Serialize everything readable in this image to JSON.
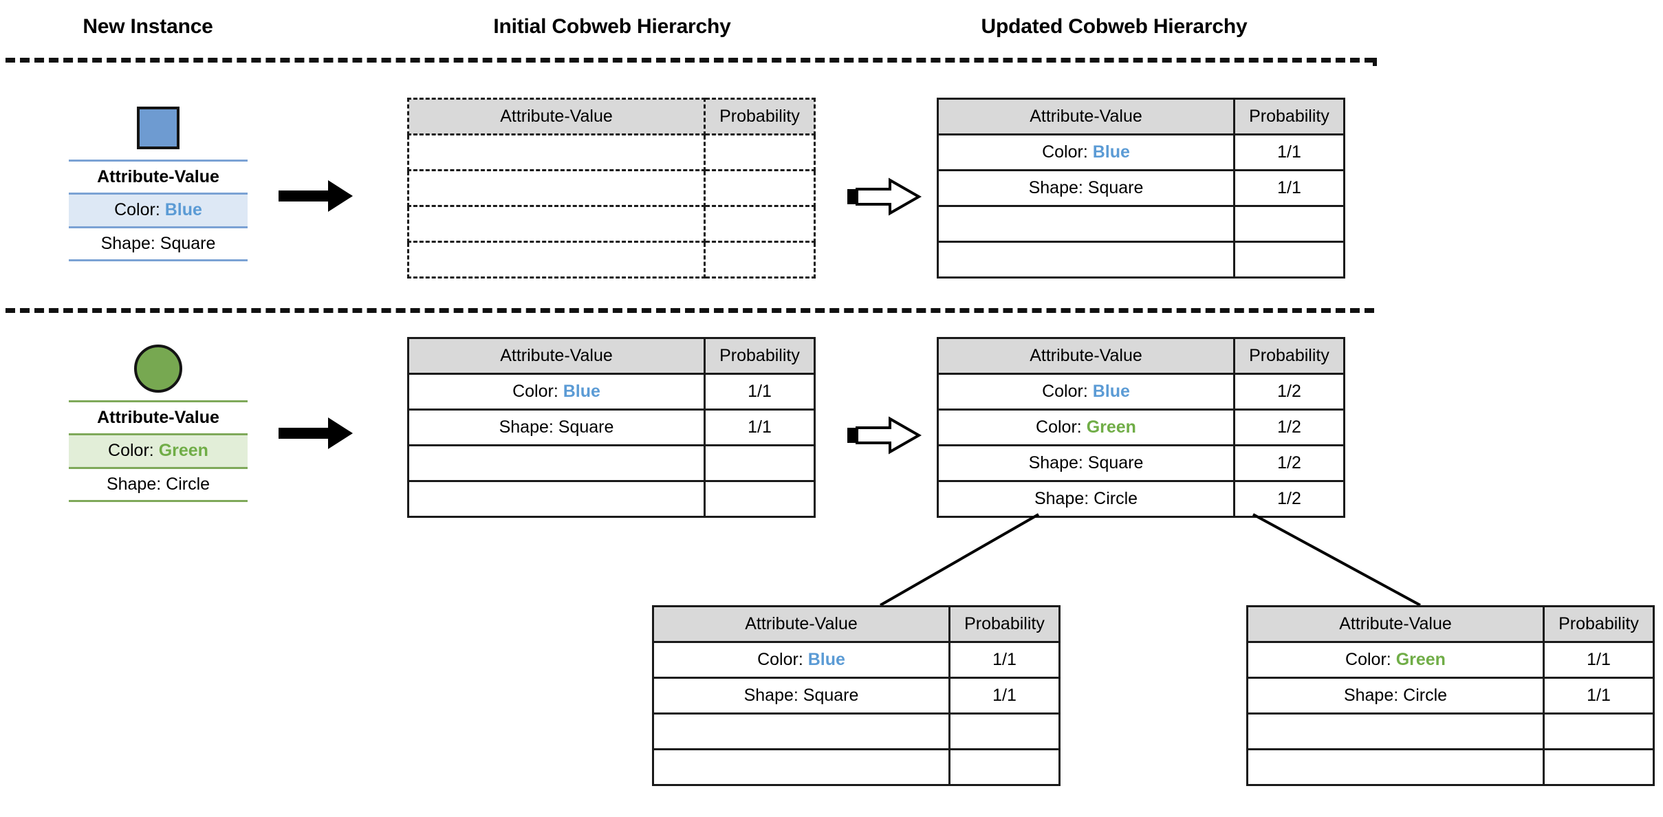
{
  "headers": {
    "new_instance": "New Instance",
    "initial_hierarchy": "Initial Cobweb Hierarchy",
    "updated_hierarchy": "Updated Cobweb Hierarchy"
  },
  "colors": {
    "blue_fill": "#6e9bd1",
    "green_fill": "#77a851",
    "blue_text": "#5b9bd5",
    "green_text": "#70ad47",
    "header_gray": "#d9d9d9",
    "blue_rule": "#7ba2d4",
    "green_rule": "#7fa95a",
    "blue_highlight": "#dde8f5",
    "green_highlight": "#e2eed8"
  },
  "table_headers": {
    "attribute_value": "Attribute-Value",
    "probability": "Probability"
  },
  "instances": [
    {
      "shape_icon": "blue-square-icon",
      "header": "Attribute-Value",
      "rows": [
        {
          "label": "Color: ",
          "value": "Blue",
          "value_color": "blue",
          "highlight": true
        },
        {
          "label": "Shape: Square",
          "value": "",
          "value_color": "none",
          "highlight": false
        }
      ]
    },
    {
      "shape_icon": "green-circle-icon",
      "header": "Attribute-Value",
      "rows": [
        {
          "label": "Color: ",
          "value": "Green",
          "value_color": "green",
          "highlight": true
        },
        {
          "label": "Shape: Circle",
          "value": "",
          "value_color": "none",
          "highlight": false
        }
      ]
    }
  ],
  "nodes": {
    "row1_initial": {
      "style": "dashed",
      "rows": [
        {
          "label": "",
          "value": "",
          "prob": ""
        },
        {
          "label": "",
          "value": "",
          "prob": ""
        },
        {
          "label": "",
          "value": "",
          "prob": ""
        },
        {
          "label": "",
          "value": "",
          "prob": ""
        }
      ]
    },
    "row1_updated": {
      "style": "solid",
      "rows": [
        {
          "label": "Color: ",
          "value": "Blue",
          "value_color": "blue",
          "prob": "1/1"
        },
        {
          "label": "Shape: Square",
          "value": "",
          "value_color": "none",
          "prob": "1/1"
        },
        {
          "label": "",
          "value": "",
          "value_color": "none",
          "prob": ""
        },
        {
          "label": "",
          "value": "",
          "value_color": "none",
          "prob": ""
        }
      ]
    },
    "row2_initial": {
      "style": "solid",
      "rows": [
        {
          "label": "Color: ",
          "value": "Blue",
          "value_color": "blue",
          "prob": "1/1"
        },
        {
          "label": "Shape: Square",
          "value": "",
          "value_color": "none",
          "prob": "1/1"
        },
        {
          "label": "",
          "value": "",
          "value_color": "none",
          "prob": ""
        },
        {
          "label": "",
          "value": "",
          "value_color": "none",
          "prob": ""
        }
      ]
    },
    "row2_updated": {
      "style": "solid",
      "rows": [
        {
          "label": "Color: ",
          "value": "Blue",
          "value_color": "blue",
          "prob": "1/2"
        },
        {
          "label": "Color: ",
          "value": "Green",
          "value_color": "green",
          "prob": "1/2"
        },
        {
          "label": "Shape: Square",
          "value": "",
          "value_color": "none",
          "prob": "1/2"
        },
        {
          "label": "Shape: Circle",
          "value": "",
          "value_color": "none",
          "prob": "1/2"
        }
      ]
    },
    "child_left": {
      "style": "solid",
      "rows": [
        {
          "label": "Color: ",
          "value": "Blue",
          "value_color": "blue",
          "prob": "1/1"
        },
        {
          "label": "Shape: Square",
          "value": "",
          "value_color": "none",
          "prob": "1/1"
        },
        {
          "label": "",
          "value": "",
          "value_color": "none",
          "prob": ""
        },
        {
          "label": "",
          "value": "",
          "value_color": "none",
          "prob": ""
        }
      ]
    },
    "child_right": {
      "style": "solid",
      "rows": [
        {
          "label": "Color: ",
          "value": "Green",
          "value_color": "green",
          "prob": "1/1"
        },
        {
          "label": "Shape: Circle",
          "value": "",
          "value_color": "none",
          "prob": "1/1"
        },
        {
          "label": "",
          "value": "",
          "value_color": "none",
          "prob": ""
        },
        {
          "label": "",
          "value": "",
          "value_color": "none",
          "prob": ""
        }
      ]
    }
  },
  "arrows": {
    "row1_solid": "solid-right-arrow-icon",
    "row1_hollow": "hollow-right-arrow-icon",
    "row2_solid": "solid-right-arrow-icon",
    "row2_hollow": "hollow-right-arrow-icon"
  }
}
